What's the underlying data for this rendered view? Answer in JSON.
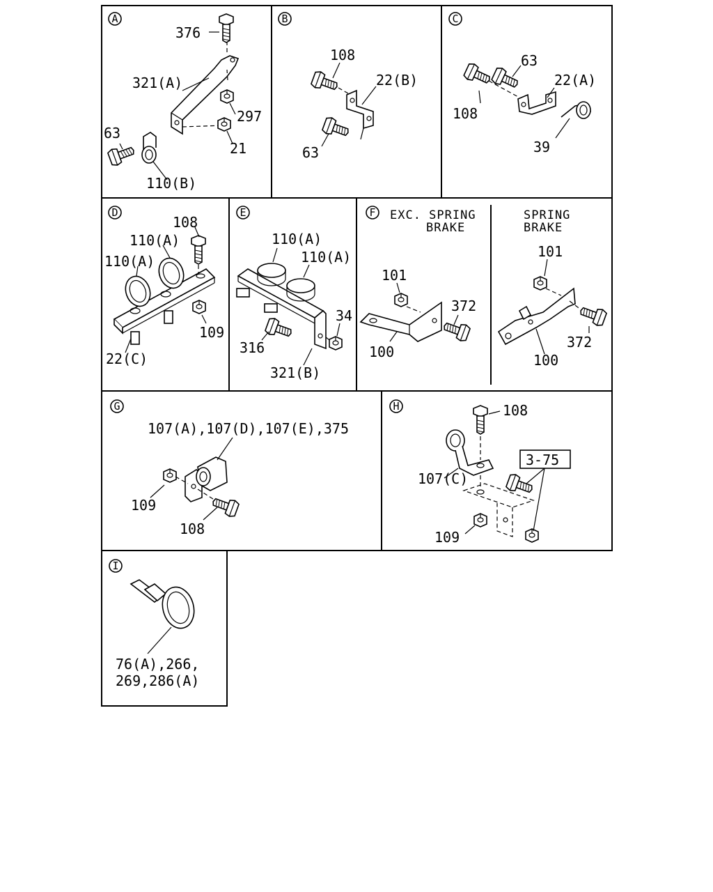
{
  "panels": [
    {
      "id": "A",
      "labels": [
        "376",
        "321(A)",
        "297",
        "63",
        "21",
        "110(B)"
      ]
    },
    {
      "id": "B",
      "labels": [
        "108",
        "22(B)",
        "63"
      ]
    },
    {
      "id": "C",
      "labels": [
        "63",
        "22(A)",
        "108",
        "39"
      ]
    },
    {
      "id": "D",
      "labels": [
        "108",
        "110(A)",
        "110(A)",
        "109",
        "22(C)"
      ]
    },
    {
      "id": "E",
      "labels": [
        "110(A)",
        "110(A)",
        "34",
        "316",
        "321(B)"
      ]
    },
    {
      "id": "F",
      "labels": [
        "101",
        "372",
        "100",
        "101",
        "372",
        "100"
      ],
      "left_note": [
        "EXC. SPRING",
        "BRAKE"
      ],
      "right_note": [
        "SPRING",
        "BRAKE"
      ]
    },
    {
      "id": "G",
      "labels": [
        "107(A),107(D),107(E),375",
        "109",
        "108"
      ]
    },
    {
      "id": "H",
      "labels": [
        "108",
        "3-75",
        "107(C)",
        "109"
      ]
    },
    {
      "id": "I",
      "labels": [
        "76(A),266,",
        "269,286(A)"
      ]
    }
  ]
}
